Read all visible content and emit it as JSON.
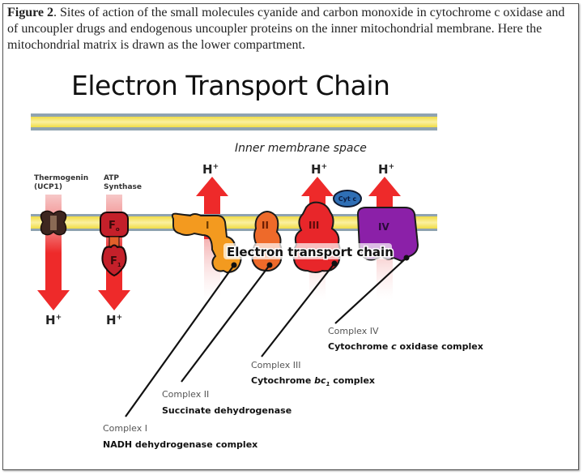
{
  "caption": {
    "label": "Figure 2",
    "text": ". Sites of action of the small molecules cyanide and carbon monoxide in cytochrome c oxidase and of uncoupler drugs and endogenous uncoupler proteins on the inner mitochondrial membrane. Here the mitochondrial matrix is drawn as the lower compartment."
  },
  "diagram": {
    "title": "Electron Transport Chain",
    "inner_membrane_space_label": "Inner membrane space",
    "center_label": "Electron transport chain",
    "proton_label": "H",
    "proton_sup": "+",
    "cyt_c_label": "Cyt c",
    "thermogenin": {
      "line1": "Thermogenin",
      "line2": "(UCP1)"
    },
    "atp_synthase": {
      "line1": "ATP",
      "line2": "Synthase",
      "f0": "F",
      "f0_sub": "o",
      "f1": "F",
      "f1_sub": "1"
    },
    "complexes": [
      {
        "roman": "I",
        "name": "Complex I",
        "full": "NADH dehydrogenase complex",
        "color": "#f39a1f"
      },
      {
        "roman": "II",
        "name": "Complex II",
        "full": "Succinate dehydrogenase",
        "color": "#ee6a2a"
      },
      {
        "roman": "III",
        "name": "Complex III",
        "full_pre": "Cytochrome ",
        "full_ital": "bc",
        "full_sub": "1",
        "full_post": " complex",
        "color": "#e8262a"
      },
      {
        "roman": "IV",
        "name": "Complex IV",
        "full_pre": "Cytochrome ",
        "full_ital": "c",
        "full_post": " oxidase complex",
        "color": "#8b20a8"
      }
    ],
    "colors": {
      "membrane_yellow": "#f3e35a",
      "membrane_edge": "#8fa3b0",
      "arrow_red": "#ee2a2a",
      "thermogenin_dark": "#3e2620",
      "thermogenin_core": "#8a6a55",
      "atp_red": "#c4202a",
      "cyt_c_blue": "#2f6fb5"
    }
  }
}
